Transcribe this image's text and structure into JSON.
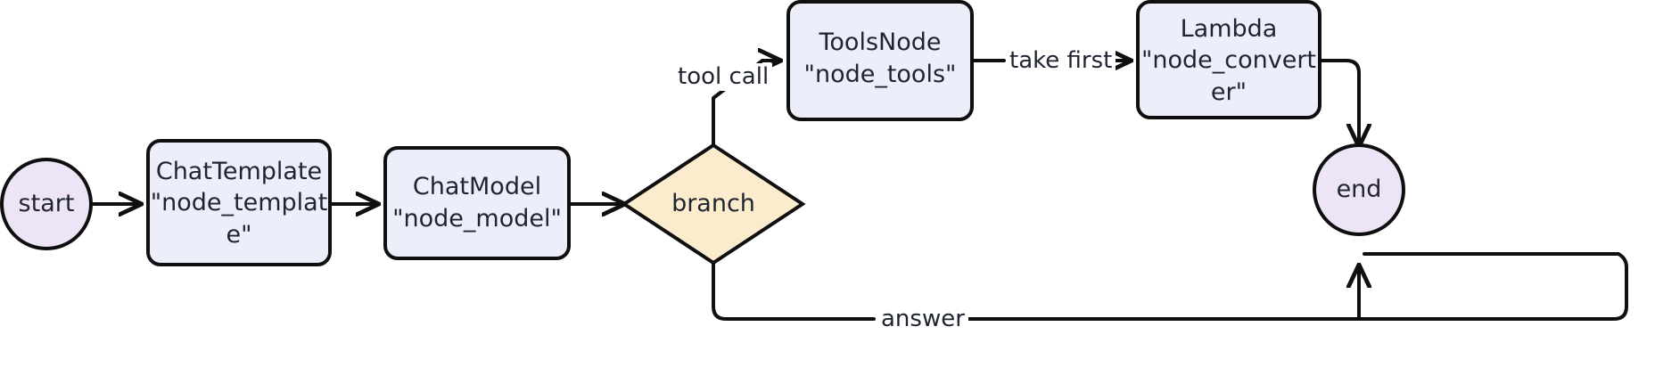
{
  "diagram": {
    "type": "flowchart",
    "orientation": "left-to-right",
    "background_color": "#ffffff",
    "palette": {
      "terminal_fill": "#ede4f7",
      "terminal_stroke": "#0f0f0f",
      "process_fill": "#eceff9",
      "process_stroke": "#0f0f0f",
      "decision_fill": "#fbeccd",
      "decision_stroke": "#0f0f0f",
      "edge_stroke": "#0f0f0f",
      "text_color": "#1f2430"
    },
    "nodes": [
      {
        "id": "start",
        "shape": "circle",
        "label": "start"
      },
      {
        "id": "node_template",
        "shape": "rounded-rect",
        "label_line1": "ChatTemplate",
        "label_line2": "\"node_templat",
        "label_line3": "e\""
      },
      {
        "id": "node_model",
        "shape": "rounded-rect",
        "label_line1": "ChatModel",
        "label_line2": "\"node_model\""
      },
      {
        "id": "branch",
        "shape": "diamond",
        "label": "branch"
      },
      {
        "id": "node_tools",
        "shape": "rounded-rect",
        "label_line1": "ToolsNode",
        "label_line2": "\"node_tools\""
      },
      {
        "id": "node_converter",
        "shape": "rounded-rect",
        "label_line1": "Lambda",
        "label_line2": "\"node_convert",
        "label_line3": "er\""
      },
      {
        "id": "end",
        "shape": "circle",
        "label": "end"
      }
    ],
    "edges": [
      {
        "from": "start",
        "to": "node_template",
        "label": ""
      },
      {
        "from": "node_template",
        "to": "node_model",
        "label": ""
      },
      {
        "from": "node_model",
        "to": "branch",
        "label": ""
      },
      {
        "from": "branch",
        "to": "node_tools",
        "label": "tool call"
      },
      {
        "from": "node_tools",
        "to": "node_converter",
        "label": "take first"
      },
      {
        "from": "node_converter",
        "to": "end",
        "label": ""
      },
      {
        "from": "branch",
        "to": "end",
        "label": "answer"
      }
    ]
  }
}
